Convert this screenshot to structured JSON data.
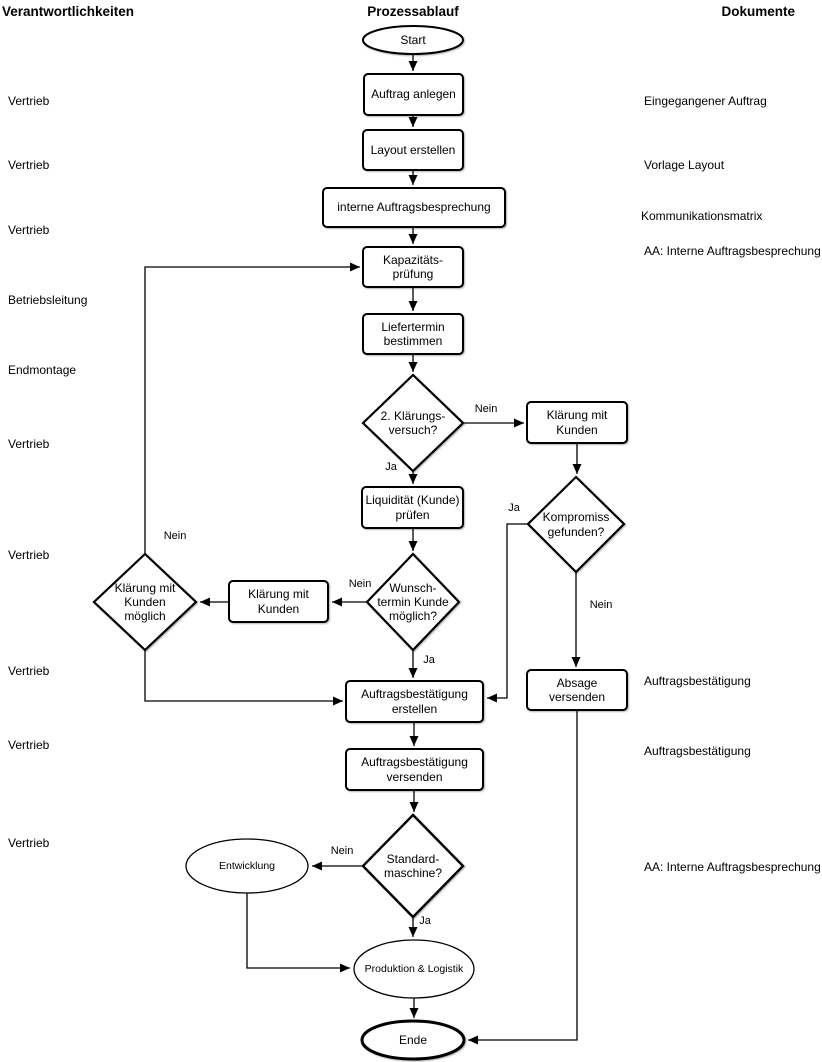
{
  "swimlane_headers": {
    "responsibilities": "Verantwortlichkeiten",
    "process": "Prozessablauf",
    "documents": "Dokumente"
  },
  "responsibility_labels": [
    "Vertrieb",
    "Vertrieb",
    "Vertrieb",
    "Betriebsleitung",
    "Endmontage",
    "Vertrieb",
    "Vertrieb",
    "Vertrieb",
    "Vertrieb",
    "Vertrieb"
  ],
  "document_labels": [
    "Eingegangener Auftrag",
    "Vorlage Layout",
    "Kommunikationsmatrix",
    "AA: Interne Auftragsbesprechung",
    "Auftragsbestätigung",
    "Auftragsbestätigung",
    "AA: Interne Auftragsbesprechung"
  ],
  "nodes": {
    "start": "Start",
    "auftrag_anlegen": "Auftrag anlegen",
    "layout_erstellen": "Layout erstellen",
    "interne_besprechung": "interne Auftragsbesprechung",
    "kapazitaetspruefung": "Kapazitäts-\nprüfung",
    "liefertermin": "Liefertermin\nbestimmen",
    "klaerungsversuch": "2. Klärungs-\nversuch?",
    "klaerung_kunden_1": "Klärung mit\nKunden",
    "liquiditaet": "Liquidität (Kunde)\nprüfen",
    "kompromiss": "Kompromiss\ngefunden?",
    "wunschtermin": "Wunsch-\ntermin Kunde\nmöglich?",
    "klaerung_kunden_2": "Klärung mit\nKunden",
    "klaerung_moeglich": "Klärung mit\nKunden\nmöglich",
    "auftragsbestaetigung_erstellen": "Auftragsbestätigung\nerstellen",
    "absage_versenden": "Absage\nversenden",
    "auftragsbestaetigung_versenden": "Auftragsbestätigung\nversenden",
    "standardmaschine": "Standard-\nmaschine?",
    "entwicklung": "Entwicklung",
    "produktion_logistik": "Produktion & Logistik",
    "ende": "Ende"
  },
  "edge_labels": {
    "klaerungsversuch_nein": "Nein",
    "klaerungsversuch_ja": "Ja",
    "kompromiss_ja": "Ja",
    "kompromiss_nein": "Nein",
    "wunschtermin_nein": "Nein",
    "wunschtermin_ja": "Ja",
    "klaerung_moeglich_nein": "Nein",
    "standardmaschine_nein": "Nein",
    "standardmaschine_ja": "Ja"
  },
  "colors": {
    "line": "#000000",
    "node_fill": "#ffffff",
    "background": "#ffffff"
  }
}
